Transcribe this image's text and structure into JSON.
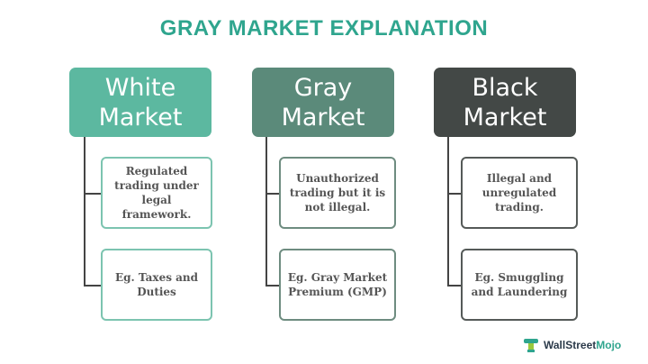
{
  "title": "GRAY MARKET EXPLANATION",
  "columns": [
    {
      "header": "White Market",
      "color": "#5cb8a0",
      "border": "#7cc4b0",
      "items": [
        "Regulated trading under legal framework.",
        "Eg. Taxes and Duties"
      ]
    },
    {
      "header": "Gray Market",
      "color": "#5b8a7a",
      "border": "#6e8c80",
      "items": [
        "Unauthorized trading but it is not illegal.",
        "Eg. Gray Market Premium (GMP)"
      ]
    },
    {
      "header": "Black Market",
      "color": "#434846",
      "border": "#555a58",
      "items": [
        "Illegal and unregulated trading.",
        "Eg. Smuggling and Laundering"
      ]
    }
  ],
  "logo": {
    "wall_street": "WallStreet",
    "mojo": "Mojo"
  }
}
